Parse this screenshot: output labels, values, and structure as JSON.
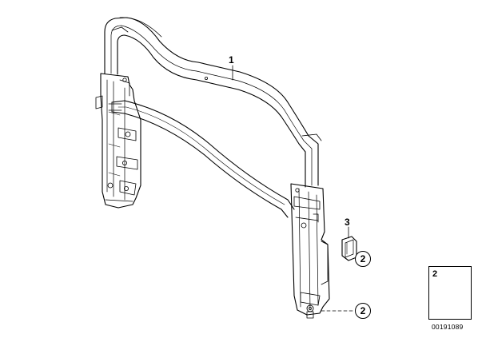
{
  "diagram": {
    "callouts": {
      "part_1": "1",
      "part_3": "3",
      "ref_2_upper": "2",
      "ref_2_lower": "2"
    },
    "legend": {
      "item_number": "2",
      "icon": "screw-icon",
      "arrow_icon": "arrow-icon"
    },
    "document_number": "00191089",
    "colors": {
      "line": "#000000",
      "background": "#ffffff",
      "arrow_fill": "#c8c8c8"
    }
  }
}
